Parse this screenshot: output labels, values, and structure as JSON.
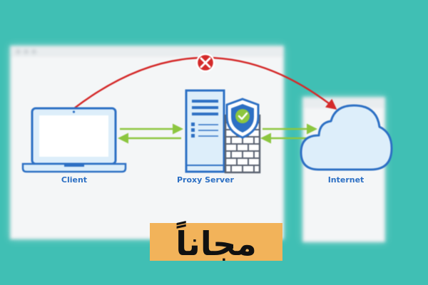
{
  "diagram": {
    "nodes": {
      "client": {
        "label": "Client",
        "icon": "laptop-icon"
      },
      "proxy": {
        "label": "Proxy Server",
        "icon": "server-icon",
        "firewall_icon": "firewall-icon",
        "shield_icon": "shield-check-icon"
      },
      "internet": {
        "label": "Internet",
        "icon": "cloud-icon"
      }
    },
    "blocked_link": {
      "from": "client",
      "to": "internet",
      "status": "blocked",
      "icon": "x-circle-icon"
    },
    "links": [
      {
        "from": "client",
        "to": "proxy",
        "bidirectional": true
      },
      {
        "from": "proxy",
        "to": "internet",
        "bidirectional": true
      }
    ],
    "colors": {
      "background": "#40bfb4",
      "node_stroke": "#2d70c4",
      "node_fill": "#ddeefa",
      "arrow_green": "#8cc63f",
      "blocked_red": "#d42a2a",
      "shield": "#2d70c4",
      "check": "#8cc63f"
    }
  },
  "banner": {
    "text": "مجاناً",
    "color": "#f2b35a"
  }
}
